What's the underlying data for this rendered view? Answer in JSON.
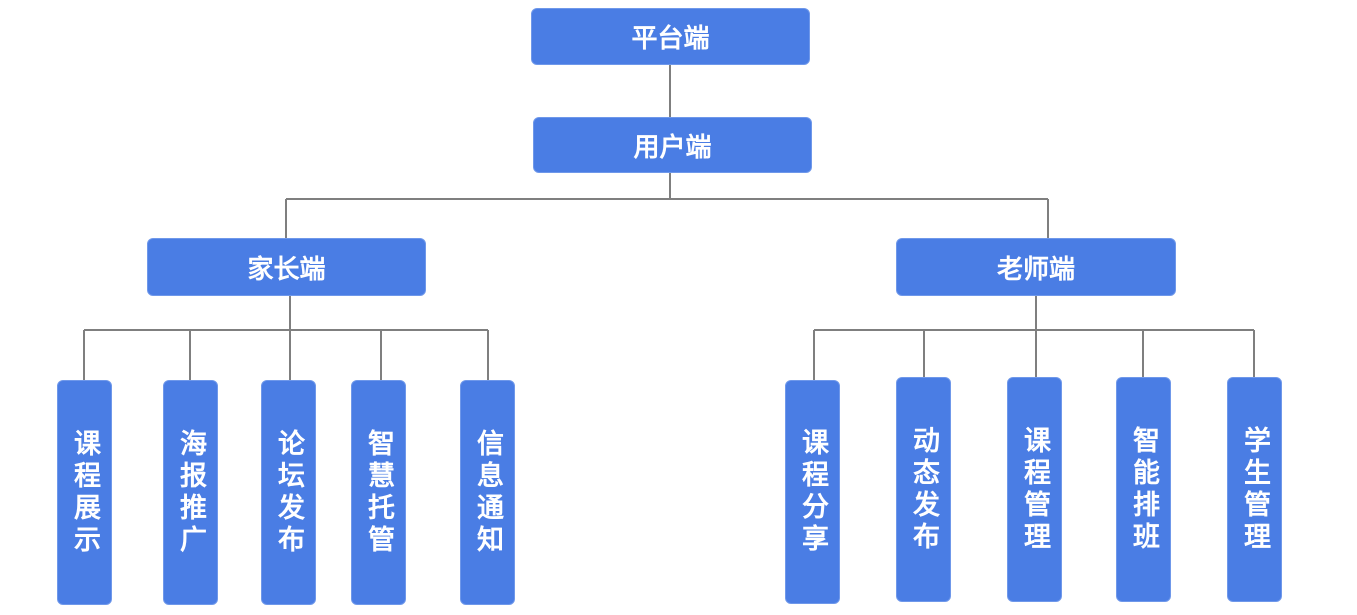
{
  "diagram": {
    "platform": {
      "label": "平台端"
    },
    "user": {
      "label": "用户端"
    },
    "parent": {
      "label": "家长端",
      "children": [
        {
          "label": "课程展示"
        },
        {
          "label": "海报推广"
        },
        {
          "label": "论坛发布"
        },
        {
          "label": "智慧托管"
        },
        {
          "label": "信息通知"
        }
      ]
    },
    "teacher": {
      "label": "老师端",
      "children": [
        {
          "label": "课程分享"
        },
        {
          "label": "动态发布"
        },
        {
          "label": "课程管理"
        },
        {
          "label": "智能排班"
        },
        {
          "label": "学生管理"
        }
      ]
    }
  },
  "colors": {
    "node_fill": "#4a7de4",
    "node_text": "#ffffff",
    "connector": "#7f7f7f"
  }
}
